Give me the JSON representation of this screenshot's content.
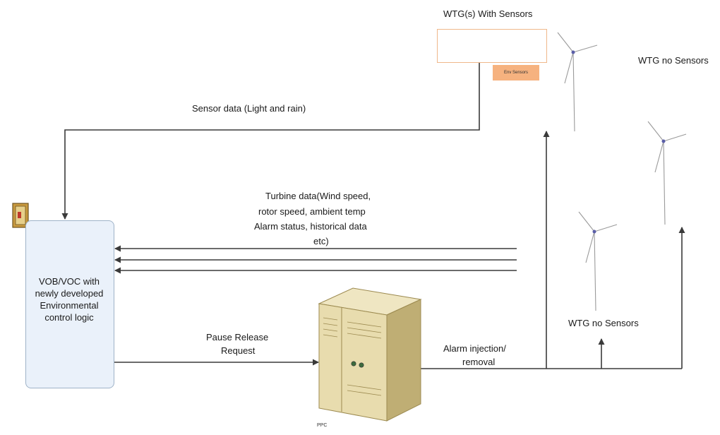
{
  "labels": {
    "wtg_with_sensors": "WTG(s) With Sensors",
    "wtg_no_sensors_top": "WTG no Sensors",
    "wtg_no_sensors_bottom": "WTG no Sensors",
    "env_sensors": "Env Sensors",
    "sensor_data": "Sensor data (Light and rain)",
    "turbine_data_lines": [
      "Turbine data(Wind speed,",
      "rotor speed, ambient temp",
      "Alarm status, historical data",
      "etc)"
    ],
    "vob_lines": [
      "VOB/VOC with",
      "newly developed",
      "Environmental",
      "control logic"
    ],
    "pause_release_lines": [
      "Pause Release",
      "Request"
    ],
    "alarm_lines": [
      "Alarm injection/",
      "removal"
    ],
    "ppc": "PPC"
  },
  "colors": {
    "line": "#3a3a3a",
    "vob_fill": "#eaf1fa",
    "vob_border": "#9fb3c8",
    "sensor_tag": "#f6b27f",
    "server_body": "#e8dcae",
    "server_dark": "#bfae74"
  },
  "icons": [
    "server-icon",
    "wind-turbine-icon",
    "sensor-device-icon",
    "cabinet-icon"
  ]
}
